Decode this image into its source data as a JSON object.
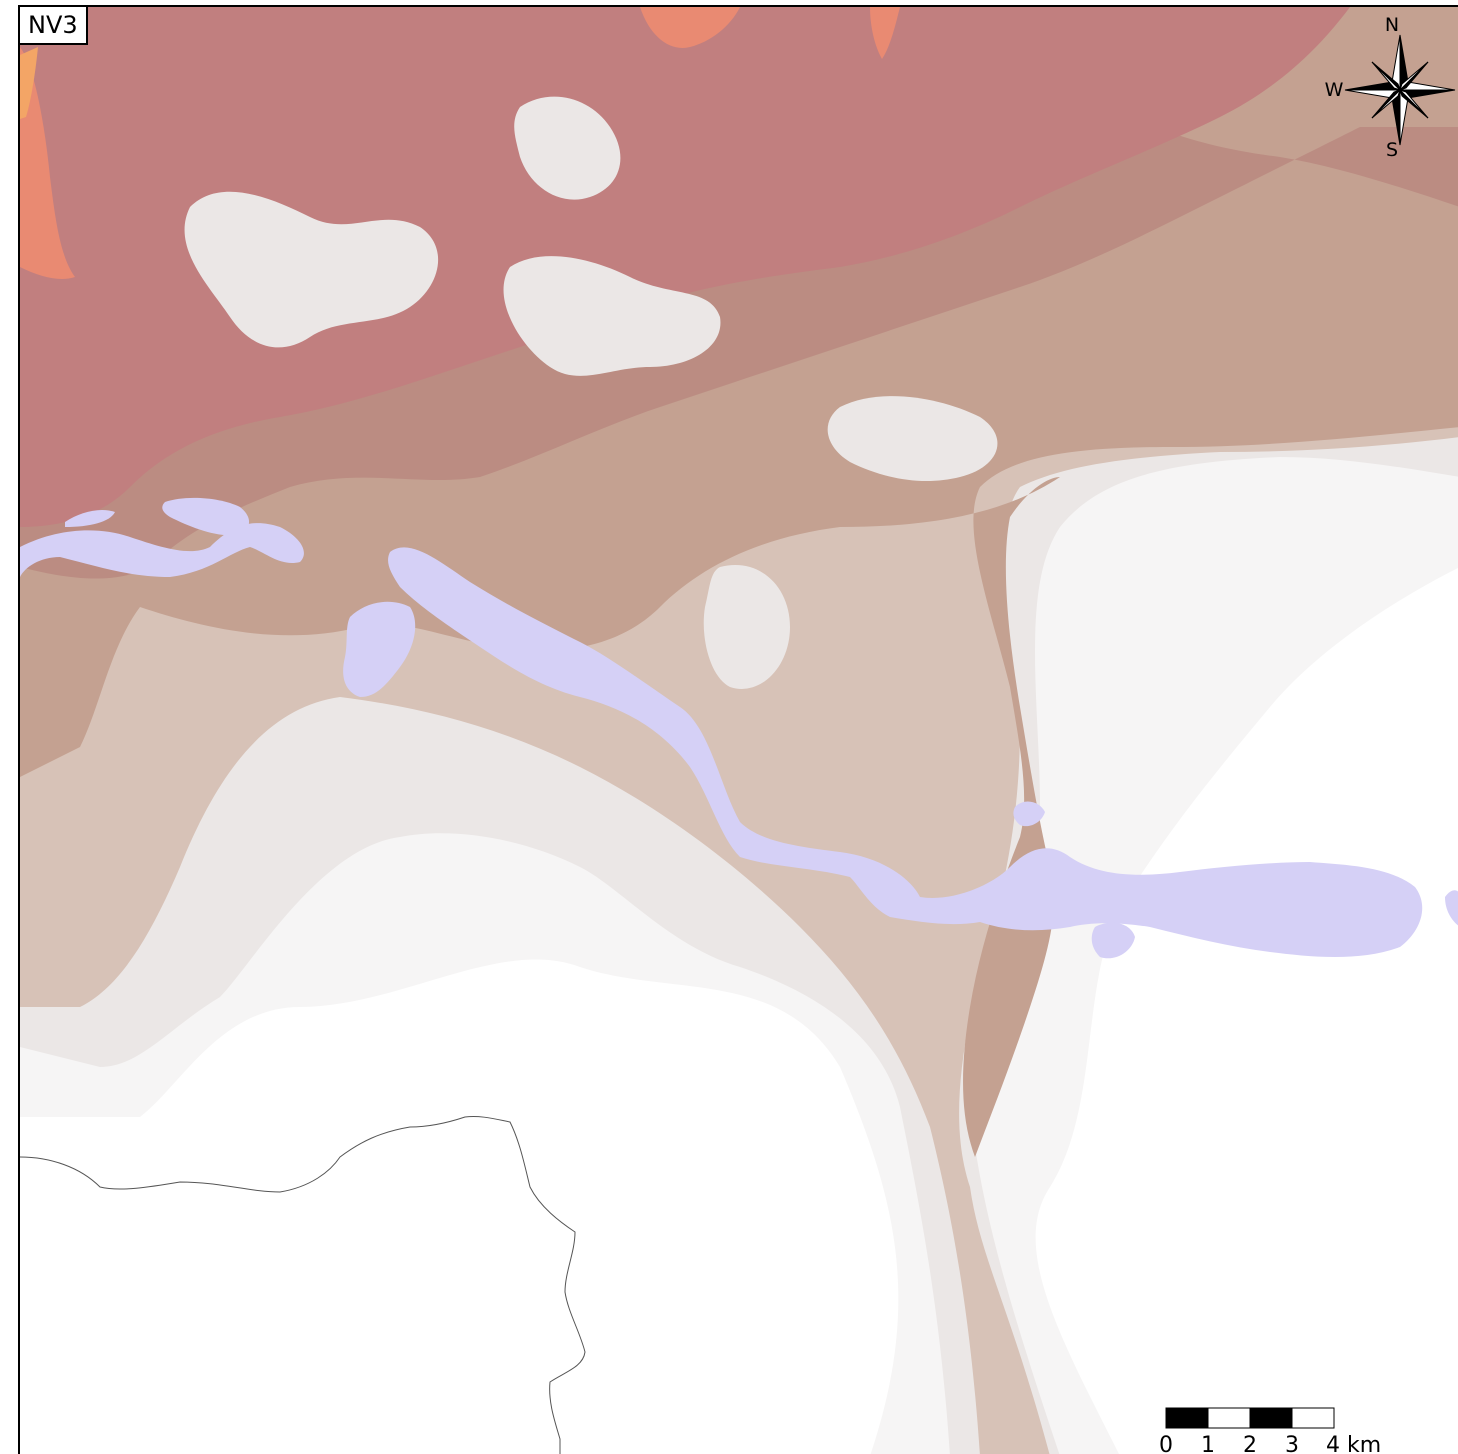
{
  "map": {
    "label": "NV3",
    "compass": {
      "n": "N",
      "w": "W",
      "s": "S"
    },
    "scale": {
      "ticks": [
        "0",
        "1",
        "2",
        "3",
        "4 km"
      ]
    },
    "colors": {
      "high_relief": "#c17f7f",
      "upper_slope": "#bb8c82",
      "mid_slope": "#c4a191",
      "low_slope": "#d7c2b7",
      "foothill": "#ebe7e6",
      "plain": "#f6f5f5",
      "lowland": "#ffffff",
      "water": "#d5d0f6",
      "peak_orange": "#e98a72",
      "peak_yellow": "#f3a566"
    }
  }
}
